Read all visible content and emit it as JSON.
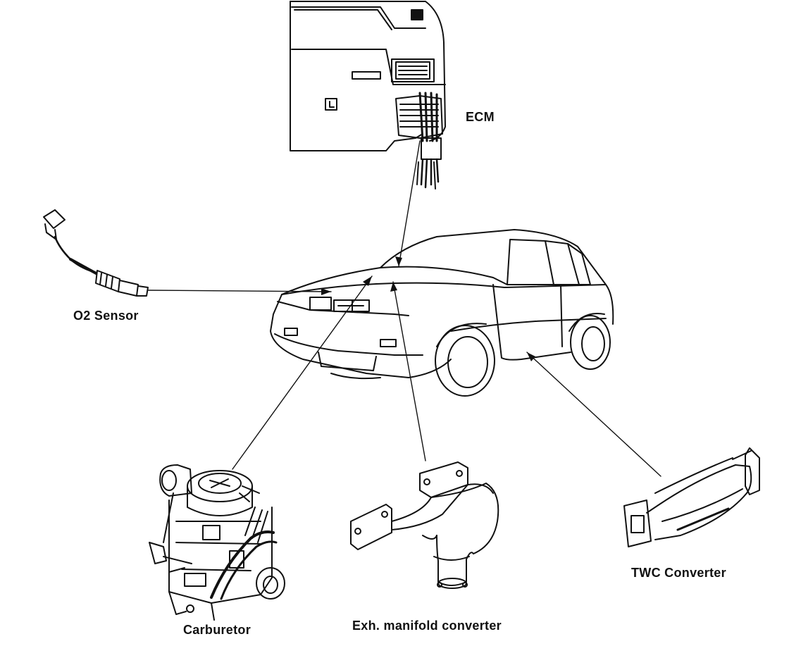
{
  "labels": {
    "ecm": "ECM",
    "o2_sensor": "O2 Sensor",
    "carburetor": "Carburetor",
    "exh_manifold_converter": "Exh. manifold converter",
    "twc_converter": "TWC Converter"
  },
  "colors": {
    "ink": "#111111",
    "background": "#ffffff"
  }
}
